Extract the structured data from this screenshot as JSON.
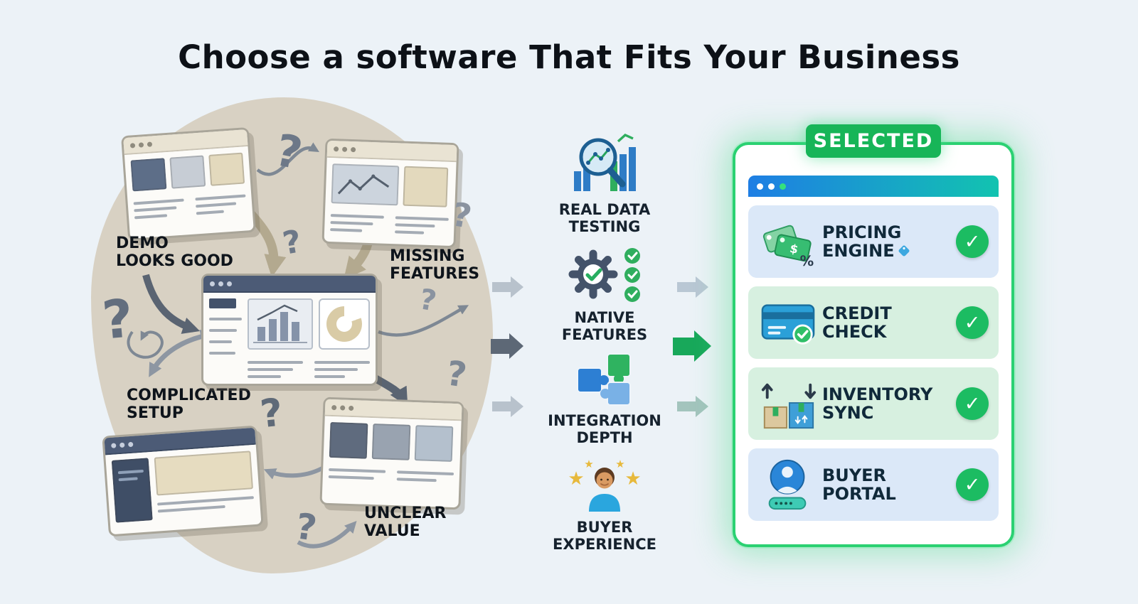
{
  "page": {
    "title": "Choose a software That Fits Your Business"
  },
  "cluster": {
    "question_glyph": "?",
    "labels": {
      "demo": "DEMO LOOKS GOOD",
      "missing": "MISSING FEATURES",
      "complicated": "COMPLICATED SETUP",
      "unclear": "UNCLEAR VALUE"
    }
  },
  "criteria": [
    {
      "label": "REAL DATA TESTING",
      "icon": "magnifier-chart-icon"
    },
    {
      "label": "NATIVE FEATURES",
      "icon": "gear-checks-icon"
    },
    {
      "label": "INTEGRATION DEPTH",
      "icon": "puzzle-icon"
    },
    {
      "label": "BUYER EXPERIENCE",
      "icon": "person-stars-icon"
    }
  ],
  "selected_panel": {
    "badge": "SELECTED",
    "check_glyph": "✓",
    "features": [
      {
        "label": "PRICING ENGINE",
        "icon": "price-tags-icon"
      },
      {
        "label": "CREDIT CHECK",
        "icon": "credit-card-icon"
      },
      {
        "label": "INVENTORY SYNC",
        "icon": "inventory-boxes-icon"
      },
      {
        "label": "BUYER PORTAL",
        "icon": "buyer-portal-icon"
      }
    ]
  },
  "icon_glyphs": {
    "star": "★",
    "dollar": "$",
    "percent": "%"
  },
  "colors": {
    "accent_green": "#17b558",
    "panel_border": "#2bd172",
    "arrow_dark": "#5a6472",
    "arrow_light": "#b8c2cc",
    "row_blue": "#dbe8f8",
    "row_green": "#d7f0e0",
    "blob": "#d8d1c3"
  }
}
